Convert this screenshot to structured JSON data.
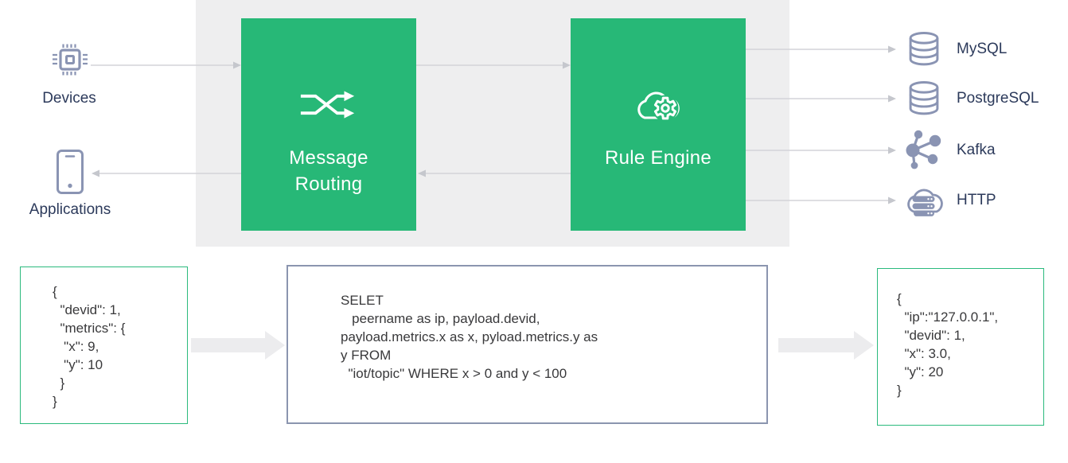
{
  "colors": {
    "green": "#27B877",
    "panel_gray": "#EEEEEF",
    "icon_blue": "#8A94B3",
    "label_navy": "#2C3A5B",
    "code_text": "#39393B",
    "json_box_border": "#2BBA7D",
    "sql_box_border": "#8B95AF",
    "thin_arrow": "#D3D4D8",
    "thick_arrow": "#ECECEE"
  },
  "left_nodes": {
    "devices": {
      "label": "Devices",
      "icon": "chip-icon"
    },
    "applications": {
      "label": "Applications",
      "icon": "smartphone-icon"
    }
  },
  "process_nodes": {
    "message_routing": {
      "label": "Message\nRouting",
      "icon": "shuffle-icon"
    },
    "rule_engine": {
      "label": "Rule Engine",
      "icon": "cloud-gear-icon"
    }
  },
  "sinks": [
    {
      "label": "MySQL",
      "icon": "database-icon"
    },
    {
      "label": "PostgreSQL",
      "icon": "database-icon"
    },
    {
      "label": "Kafka",
      "icon": "kafka-icon"
    },
    {
      "label": "HTTP",
      "icon": "cloud-server-icon"
    }
  ],
  "code_boxes": {
    "input_json": "{\n  \"devid\": 1,\n  \"metrics\": {\n   \"x\": 9,\n   \"y\": 10\n  }\n}",
    "rule_sql": "SELET\n   peername as ip, payload.devid,\npayload.metrics.x as x, pyload.metrics.y as\ny FROM\n  \"iot/topic\" WHERE x > 0 and y < 100",
    "output_json": "{\n  \"ip\":\"127.0.0.1\",\n  \"devid\": 1,\n  \"x\": 3.0,\n  \"y\": 20\n}"
  }
}
